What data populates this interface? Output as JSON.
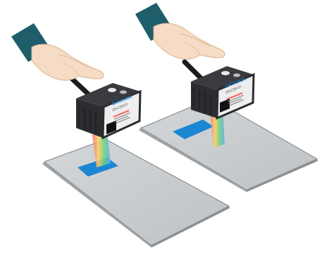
{
  "scenes": [
    {
      "id": "left",
      "brand_text": "DATASICK",
      "model_text": "DS-CSS-07",
      "sleeve_color": "#1e5e6a",
      "plate_color": "#c9ccce",
      "spot_color": "#1a86d4"
    },
    {
      "id": "right",
      "brand_text": "DATASICK",
      "model_text": "DS-CSS-07",
      "sleeve_color": "#1e5e6a",
      "plate_color": "#c9ccce",
      "spot_color": "#1a86d4"
    }
  ],
  "colors": {
    "sensor_body": "#2c2d30",
    "sensor_face": "#eeeeee",
    "skin": "#f6dcc4",
    "skin_shade": "#e8c3a3",
    "beam": [
      "#ff6b6b",
      "#ffd166",
      "#6bd57a",
      "#63a8ff"
    ]
  }
}
